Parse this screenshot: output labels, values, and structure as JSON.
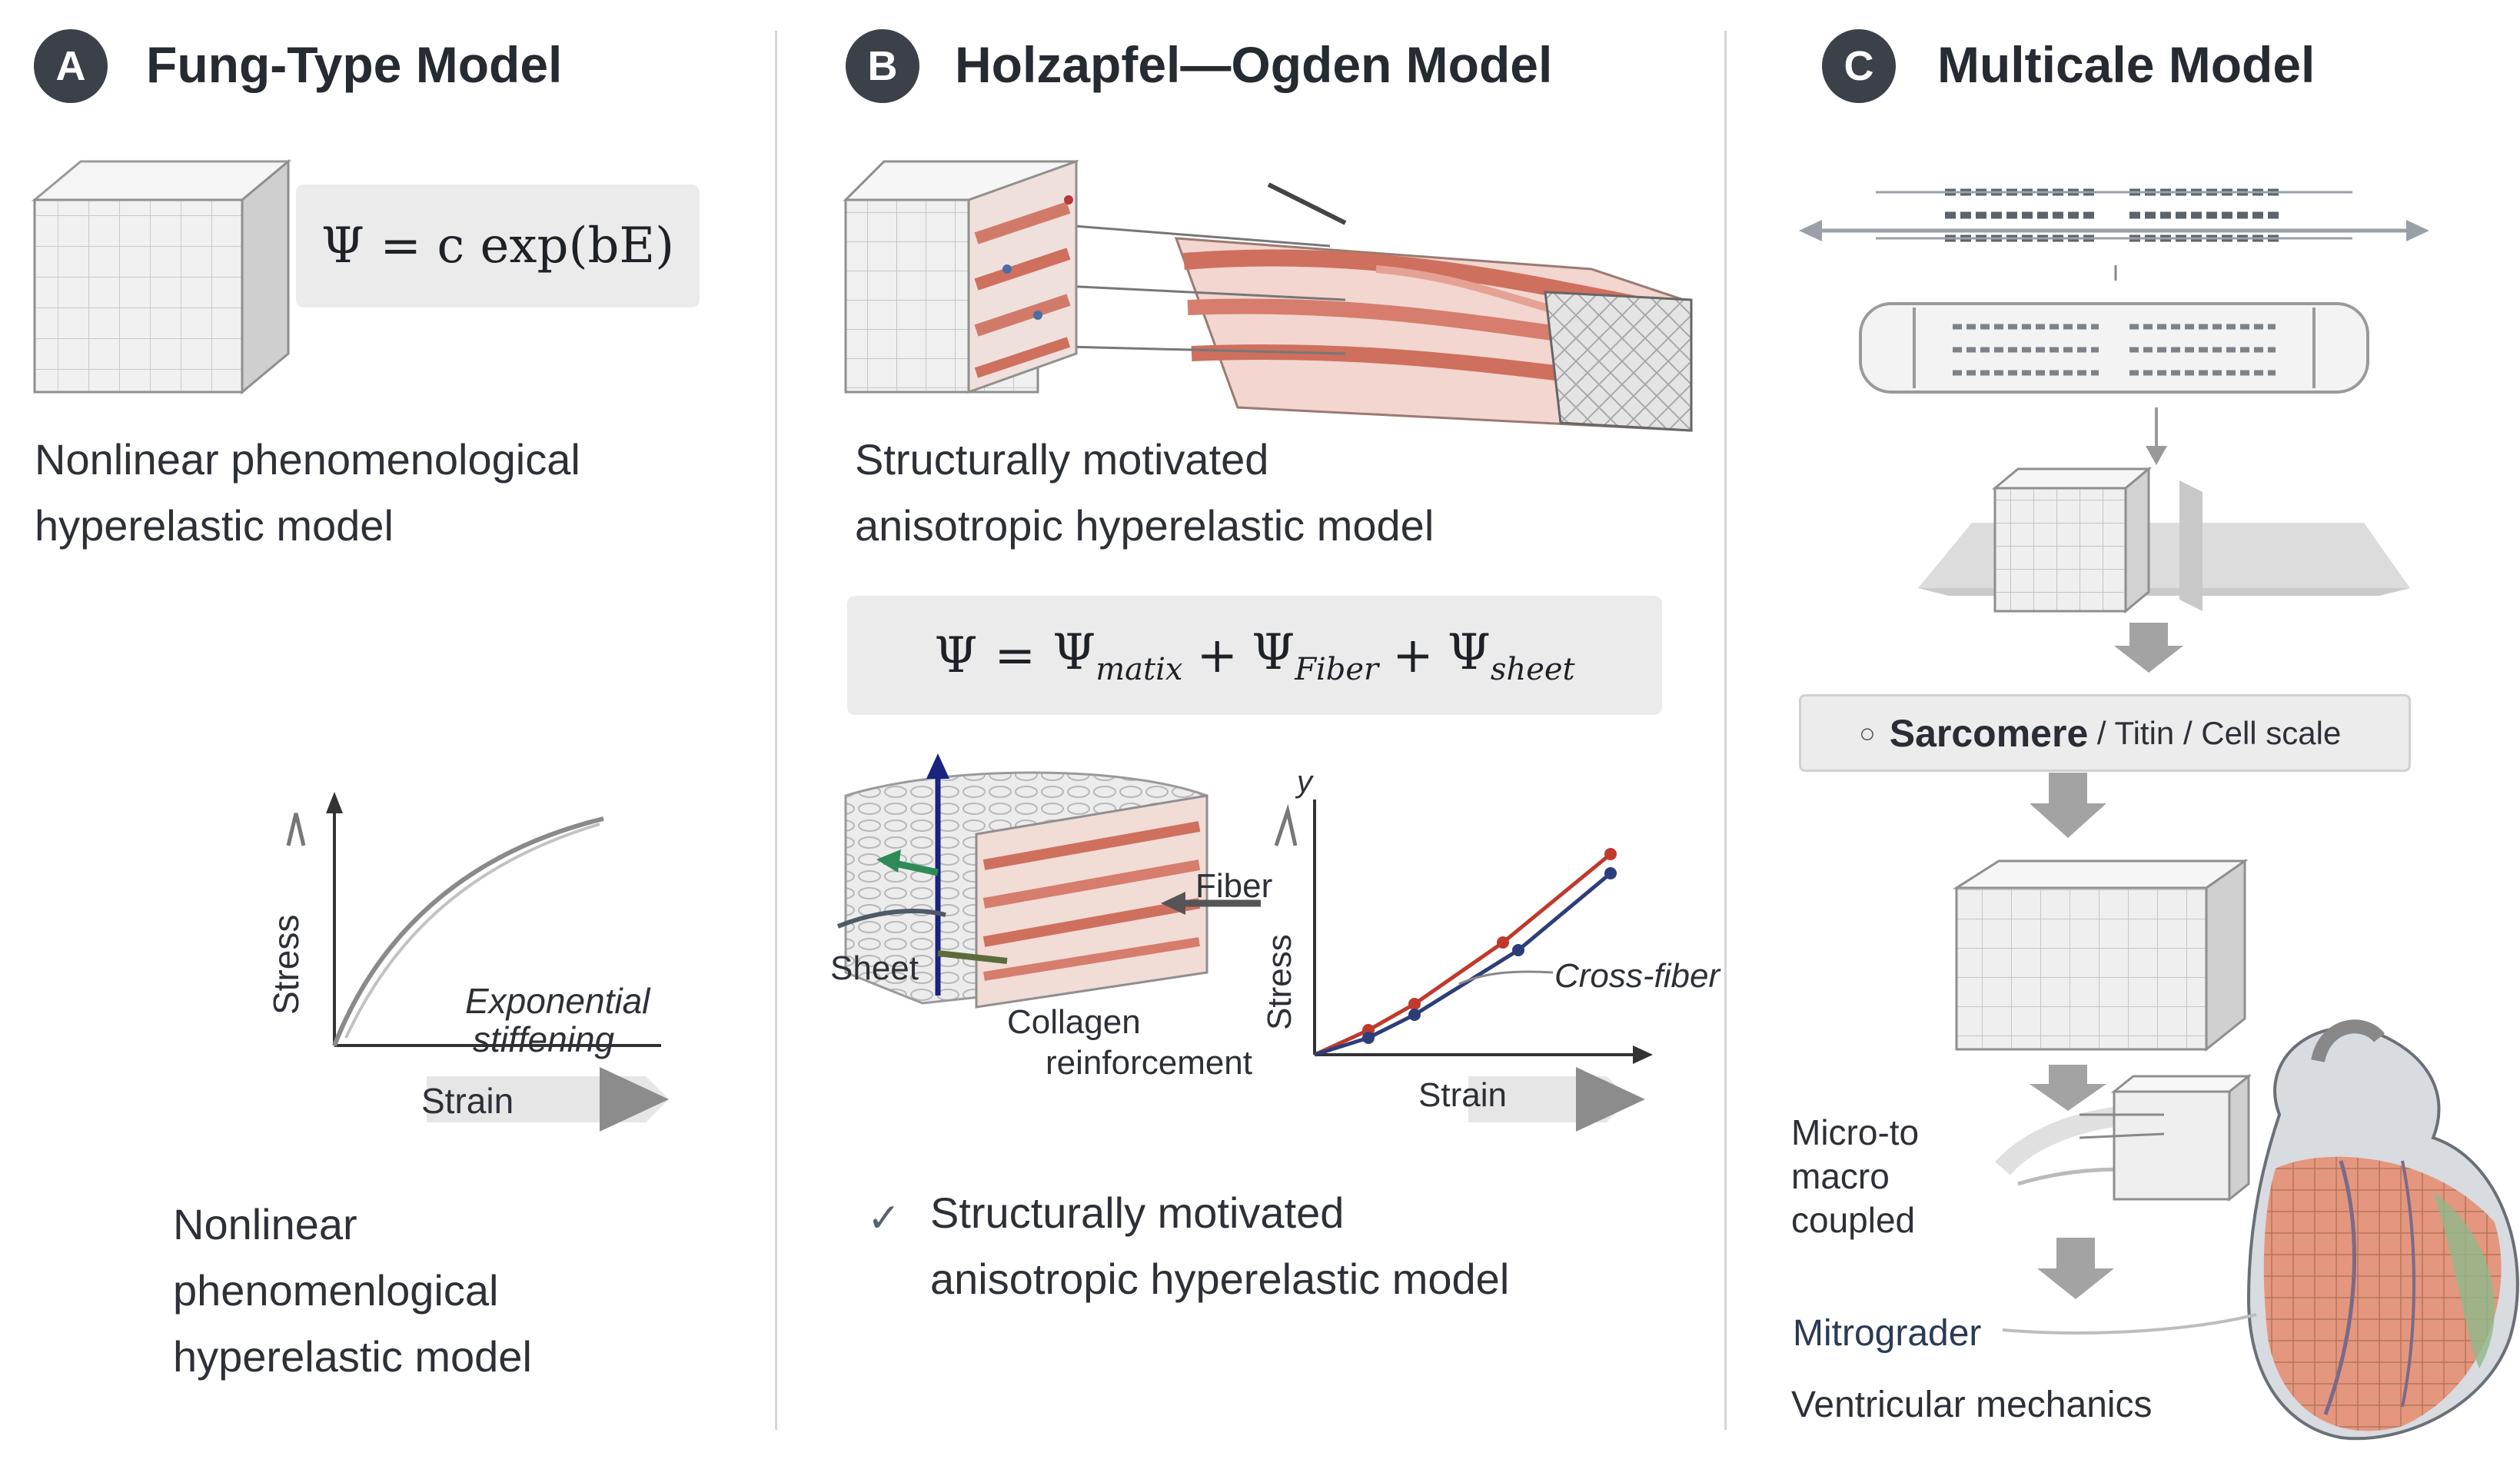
{
  "panels": {
    "a": {
      "badge": "A",
      "title": "Fung-Type Model",
      "formula": "Ψ = c exp(bE)",
      "description": [
        "Nonlinear phenomenological",
        "hyperelastic model"
      ],
      "plot": {
        "ylabel": "Stress",
        "xlabel": "Strain",
        "annotation": [
          "Exponential",
          "stiffening"
        ]
      },
      "summary": [
        "Nonlinear",
        "phenomenlogical",
        "hyperelastic model"
      ]
    },
    "b": {
      "badge": "B",
      "title": "Holzapfel—Ogden Model",
      "description": [
        "Structurally motivated",
        "anisotropic  hyperelastic model"
      ],
      "formula": {
        "psi": "Ψ",
        "eq": "=",
        "plus": "+",
        "terms": [
          {
            "symbol": "Ψ",
            "sub": "matix"
          },
          {
            "symbol": "Ψ",
            "sub": "Fiber"
          },
          {
            "symbol": "Ψ",
            "sub": "sheet"
          }
        ]
      },
      "block_labels": {
        "fiber": "Fiber",
        "sheet": "Sheet",
        "collagen": [
          "Collagen",
          "reinforcement"
        ]
      },
      "plot": {
        "y_axis_letter": "y",
        "ylabel": "Stress",
        "xlabel": "Strain",
        "annotation": "Cross-fiber"
      },
      "summary_check": "✓",
      "summary": [
        "Structurally motivated",
        "anisotropic hyperelastic model"
      ]
    },
    "c": {
      "badge": "C",
      "title": "Multicale Model",
      "scale_box": {
        "bullet": "○",
        "main": "Sarcomere",
        "rest": " / Titin / Cell scale"
      },
      "coupling_label": [
        "Micro-to",
        "macro",
        "coupled"
      ],
      "organ_label": "Mitrograder",
      "bottom_label": "Ventricular mechanics"
    }
  },
  "colors": {
    "badge": "#3c4149",
    "fiber_red": "#c0392b",
    "cross_blue": "#2c3e7a",
    "muscle_red": "#d98374",
    "axis_blue": "#1a237e",
    "sheet_green": "#2e8b57"
  }
}
